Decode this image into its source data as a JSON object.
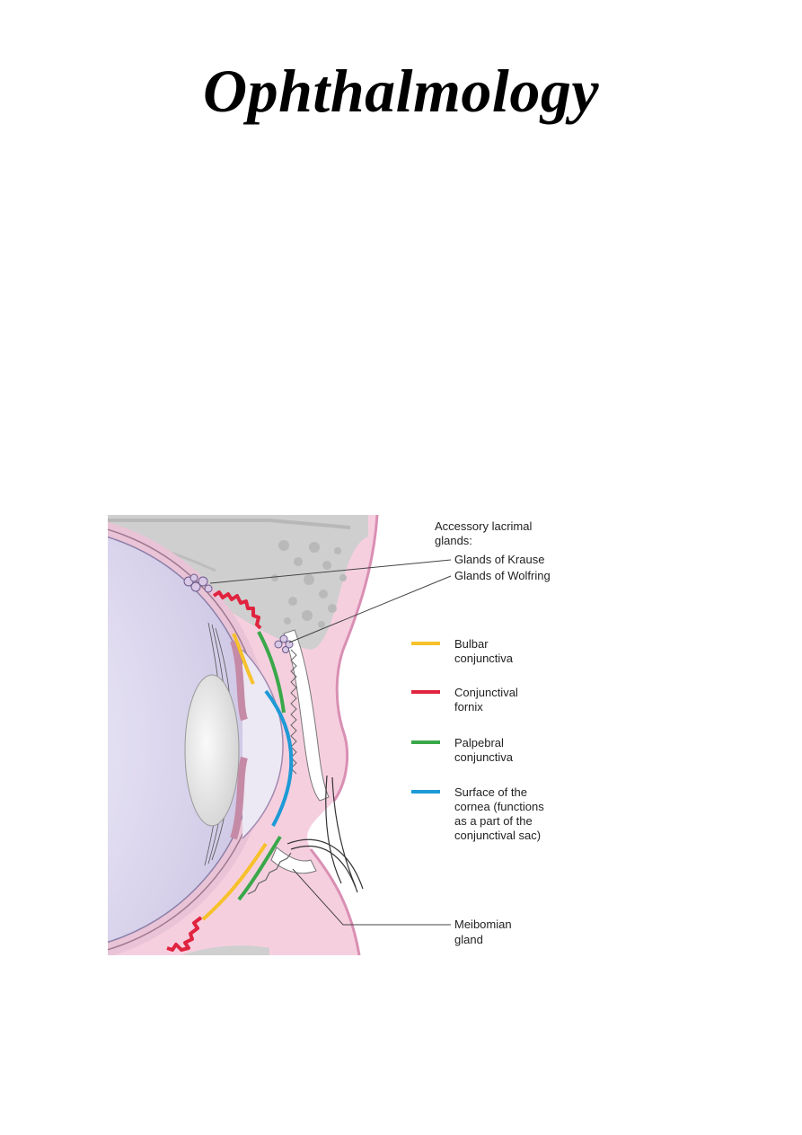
{
  "title": "Ophthalmology",
  "figure": {
    "accessory_heading": [
      "Accessory lacrimal",
      "glands:"
    ],
    "glands_of_krause": "Glands of Krause",
    "glands_of_wolfring": "Glands of Wolfring",
    "meibomian_gland": [
      "Meibomian",
      "gland"
    ],
    "legend": [
      {
        "label": [
          "Bulbar",
          "conjunctiva"
        ],
        "color": "#f6c12b"
      },
      {
        "label": [
          "Conjunctival",
          "fornix"
        ],
        "color": "#e0243f"
      },
      {
        "label": [
          "Palpebral",
          "conjunctiva"
        ],
        "color": "#3aa84a"
      },
      {
        "label": [
          "Surface of the",
          "cornea (functions",
          "as a part of the",
          "conjunctival sac)"
        ],
        "color": "#1e9ad6"
      }
    ]
  }
}
